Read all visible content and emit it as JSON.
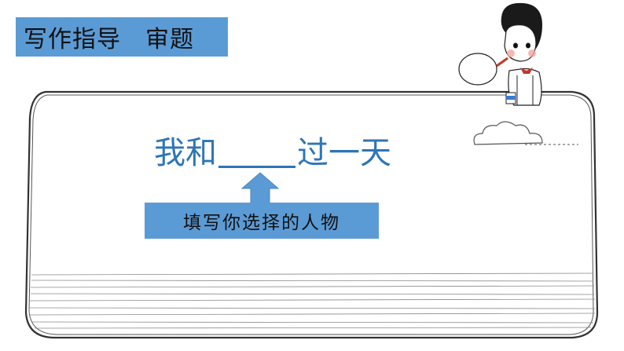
{
  "header": {
    "title": "写作指导　审题"
  },
  "prompt": {
    "before": "我和",
    "after": "过一天"
  },
  "hint": {
    "label": "填写你选择的人物"
  },
  "colors": {
    "accent_box": "#5b9bd5",
    "text_blue": "#2e75b6"
  }
}
